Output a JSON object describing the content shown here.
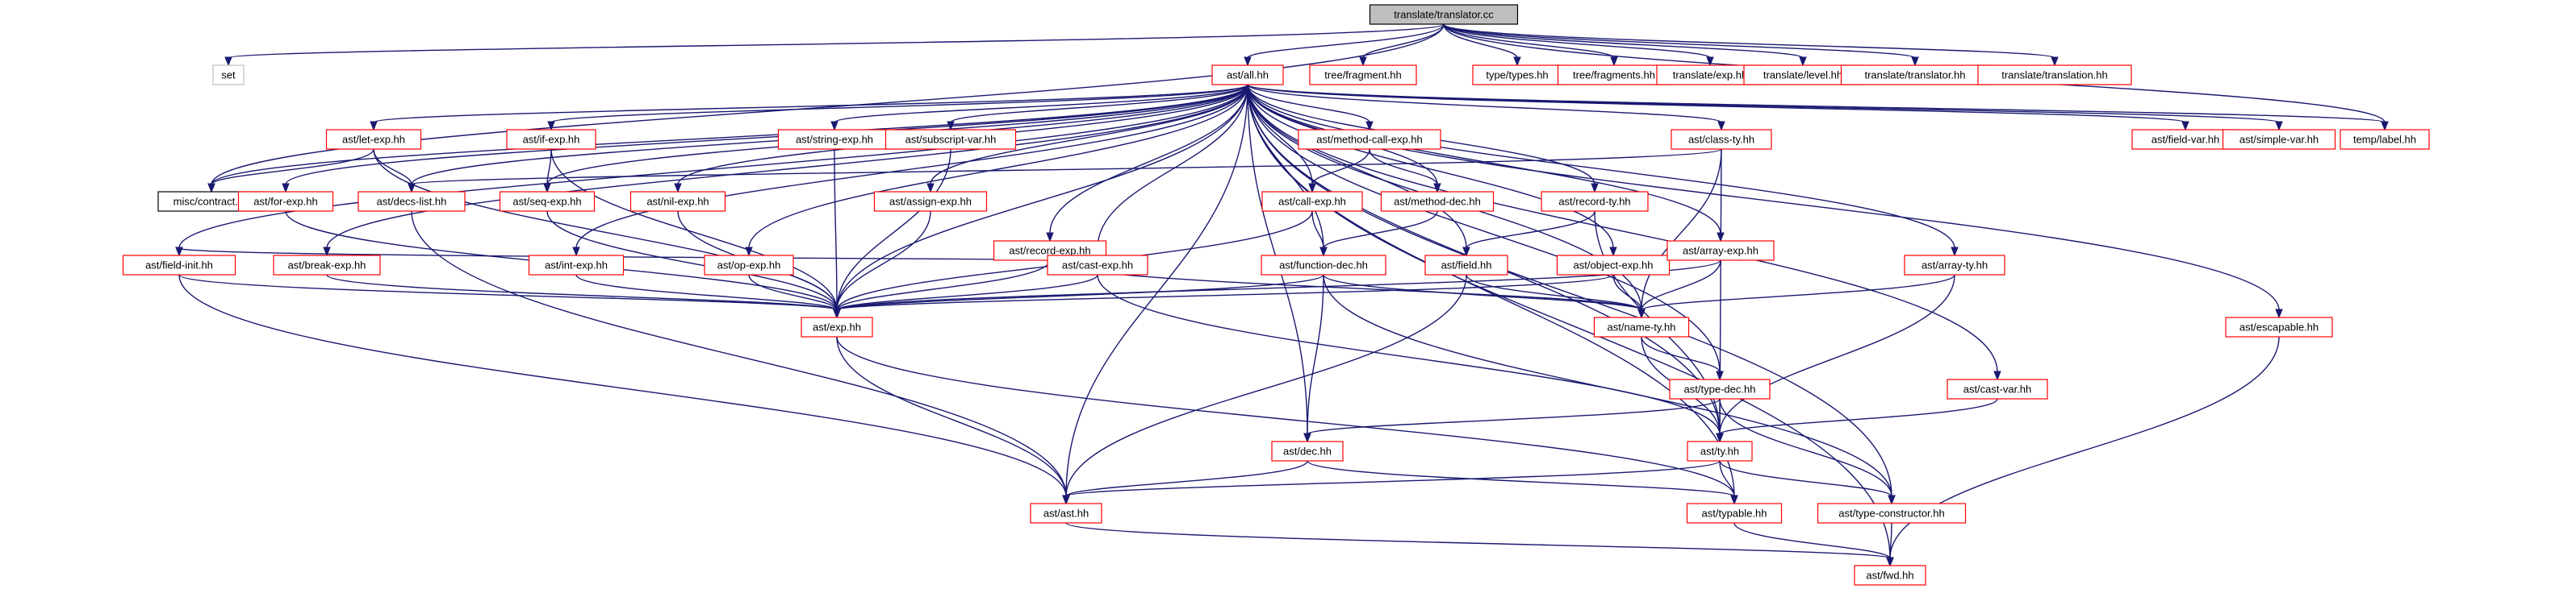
{
  "graph": {
    "root": "n_root",
    "colors": {
      "edge": "#191970",
      "link_border": "#ff0000",
      "plain_border": "#000000",
      "external_border": "#bfbfbf",
      "root_fill": "#bfbfbf",
      "fill": "#ffffff"
    },
    "nodes": [
      {
        "id": "n_root",
        "label": "translate/translator.cc",
        "kind": "root"
      },
      {
        "id": "n_set",
        "label": "set",
        "kind": "external"
      },
      {
        "id": "n_all",
        "label": "ast/all.hh",
        "kind": "link"
      },
      {
        "id": "n_tfrag",
        "label": "tree/fragment.hh",
        "kind": "link"
      },
      {
        "id": "n_types",
        "label": "type/types.hh",
        "kind": "link"
      },
      {
        "id": "n_tfrags",
        "label": "tree/fragments.hh",
        "kind": "link"
      },
      {
        "id": "n_texp",
        "label": "translate/exp.hh",
        "kind": "link"
      },
      {
        "id": "n_tlevel",
        "label": "translate/level.hh",
        "kind": "link"
      },
      {
        "id": "n_ttrans",
        "label": "translate/translator.hh",
        "kind": "link"
      },
      {
        "id": "n_ttransl",
        "label": "translate/translation.hh",
        "kind": "link"
      },
      {
        "id": "n_letexp",
        "label": "ast/let-exp.hh",
        "kind": "link"
      },
      {
        "id": "n_ifexp",
        "label": "ast/if-exp.hh",
        "kind": "link"
      },
      {
        "id": "n_strexp",
        "label": "ast/string-exp.hh",
        "kind": "link"
      },
      {
        "id": "n_subvar",
        "label": "ast/subscript-var.hh",
        "kind": "link"
      },
      {
        "id": "n_mcexp",
        "label": "ast/method-call-exp.hh",
        "kind": "link"
      },
      {
        "id": "n_classty",
        "label": "ast/class-ty.hh",
        "kind": "link"
      },
      {
        "id": "n_fieldvar",
        "label": "ast/field-var.hh",
        "kind": "link"
      },
      {
        "id": "n_simplevar",
        "label": "ast/simple-var.hh",
        "kind": "link"
      },
      {
        "id": "n_label",
        "label": "temp/label.hh",
        "kind": "link"
      },
      {
        "id": "n_contract",
        "label": "misc/contract.hh",
        "kind": "plain"
      },
      {
        "id": "n_forexp",
        "label": "ast/for-exp.hh",
        "kind": "link"
      },
      {
        "id": "n_decslist",
        "label": "ast/decs-list.hh",
        "kind": "link"
      },
      {
        "id": "n_seqexp",
        "label": "ast/seq-exp.hh",
        "kind": "link"
      },
      {
        "id": "n_nilexp",
        "label": "ast/nil-exp.hh",
        "kind": "link"
      },
      {
        "id": "n_assignexp",
        "label": "ast/assign-exp.hh",
        "kind": "link"
      },
      {
        "id": "n_callexp",
        "label": "ast/call-exp.hh",
        "kind": "link"
      },
      {
        "id": "n_methdec",
        "label": "ast/method-dec.hh",
        "kind": "link"
      },
      {
        "id": "n_recordty",
        "label": "ast/record-ty.hh",
        "kind": "link"
      },
      {
        "id": "n_recordexp",
        "label": "ast/record-exp.hh",
        "kind": "link"
      },
      {
        "id": "n_fieldinit",
        "label": "ast/field-init.hh",
        "kind": "link"
      },
      {
        "id": "n_breakexp",
        "label": "ast/break-exp.hh",
        "kind": "link"
      },
      {
        "id": "n_intexp",
        "label": "ast/int-exp.hh",
        "kind": "link"
      },
      {
        "id": "n_opexp",
        "label": "ast/op-exp.hh",
        "kind": "link"
      },
      {
        "id": "n_castexp",
        "label": "ast/cast-exp.hh",
        "kind": "link"
      },
      {
        "id": "n_fundec",
        "label": "ast/function-dec.hh",
        "kind": "link"
      },
      {
        "id": "n_field",
        "label": "ast/field.hh",
        "kind": "link"
      },
      {
        "id": "n_objexp",
        "label": "ast/object-exp.hh",
        "kind": "link"
      },
      {
        "id": "n_arrexp",
        "label": "ast/array-exp.hh",
        "kind": "link"
      },
      {
        "id": "n_arrty",
        "label": "ast/array-ty.hh",
        "kind": "link"
      },
      {
        "id": "n_escapable",
        "label": "ast/escapable.hh",
        "kind": "link"
      },
      {
        "id": "n_exp",
        "label": "ast/exp.hh",
        "kind": "link"
      },
      {
        "id": "n_namety",
        "label": "ast/name-ty.hh",
        "kind": "link"
      },
      {
        "id": "n_typedec",
        "label": "ast/type-dec.hh",
        "kind": "link"
      },
      {
        "id": "n_castvar",
        "label": "ast/cast-var.hh",
        "kind": "link"
      },
      {
        "id": "n_dec",
        "label": "ast/dec.hh",
        "kind": "link"
      },
      {
        "id": "n_ty",
        "label": "ast/ty.hh",
        "kind": "link"
      },
      {
        "id": "n_ast",
        "label": "ast/ast.hh",
        "kind": "link"
      },
      {
        "id": "n_typable",
        "label": "ast/typable.hh",
        "kind": "link"
      },
      {
        "id": "n_typector",
        "label": "ast/type-constructor.hh",
        "kind": "link"
      },
      {
        "id": "n_fwd",
        "label": "ast/fwd.hh",
        "kind": "link"
      }
    ],
    "edges": [
      [
        "n_root",
        "n_set"
      ],
      [
        "n_root",
        "n_all"
      ],
      [
        "n_root",
        "n_tfrag"
      ],
      [
        "n_root",
        "n_types"
      ],
      [
        "n_root",
        "n_tfrags"
      ],
      [
        "n_root",
        "n_texp"
      ],
      [
        "n_root",
        "n_tlevel"
      ],
      [
        "n_root",
        "n_ttrans"
      ],
      [
        "n_root",
        "n_ttransl"
      ],
      [
        "n_root",
        "n_contract"
      ],
      [
        "n_root",
        "n_label"
      ],
      [
        "n_all",
        "n_letexp"
      ],
      [
        "n_all",
        "n_ifexp"
      ],
      [
        "n_all",
        "n_strexp"
      ],
      [
        "n_all",
        "n_subvar"
      ],
      [
        "n_all",
        "n_mcexp"
      ],
      [
        "n_all",
        "n_classty"
      ],
      [
        "n_all",
        "n_fieldvar"
      ],
      [
        "n_all",
        "n_simplevar"
      ],
      [
        "n_all",
        "n_label"
      ],
      [
        "n_all",
        "n_contract"
      ],
      [
        "n_all",
        "n_forexp"
      ],
      [
        "n_all",
        "n_decslist"
      ],
      [
        "n_all",
        "n_seqexp"
      ],
      [
        "n_all",
        "n_nilexp"
      ],
      [
        "n_all",
        "n_assignexp"
      ],
      [
        "n_all",
        "n_callexp"
      ],
      [
        "n_all",
        "n_methdec"
      ],
      [
        "n_all",
        "n_recordty"
      ],
      [
        "n_all",
        "n_recordexp"
      ],
      [
        "n_all",
        "n_fieldinit"
      ],
      [
        "n_all",
        "n_breakexp"
      ],
      [
        "n_all",
        "n_intexp"
      ],
      [
        "n_all",
        "n_opexp"
      ],
      [
        "n_all",
        "n_castexp"
      ],
      [
        "n_all",
        "n_fundec"
      ],
      [
        "n_all",
        "n_field"
      ],
      [
        "n_all",
        "n_objexp"
      ],
      [
        "n_all",
        "n_arrexp"
      ],
      [
        "n_all",
        "n_arrty"
      ],
      [
        "n_all",
        "n_escapable"
      ],
      [
        "n_all",
        "n_exp"
      ],
      [
        "n_all",
        "n_namety"
      ],
      [
        "n_all",
        "n_typedec"
      ],
      [
        "n_all",
        "n_castvar"
      ],
      [
        "n_all",
        "n_dec"
      ],
      [
        "n_all",
        "n_ty"
      ],
      [
        "n_all",
        "n_ast"
      ],
      [
        "n_all",
        "n_typable"
      ],
      [
        "n_all",
        "n_typector"
      ],
      [
        "n_all",
        "n_fwd"
      ],
      [
        "n_letexp",
        "n_contract"
      ],
      [
        "n_letexp",
        "n_decslist"
      ],
      [
        "n_letexp",
        "n_exp"
      ],
      [
        "n_ifexp",
        "n_seqexp"
      ],
      [
        "n_ifexp",
        "n_exp"
      ],
      [
        "n_strexp",
        "n_exp"
      ],
      [
        "n_subvar",
        "n_exp"
      ],
      [
        "n_mcexp",
        "n_callexp"
      ],
      [
        "n_mcexp",
        "n_methdec"
      ],
      [
        "n_classty",
        "n_decslist"
      ],
      [
        "n_classty",
        "n_namety"
      ],
      [
        "n_classty",
        "n_ty"
      ],
      [
        "n_forexp",
        "n_exp"
      ],
      [
        "n_decslist",
        "n_ast"
      ],
      [
        "n_seqexp",
        "n_exp"
      ],
      [
        "n_nilexp",
        "n_exp"
      ],
      [
        "n_assignexp",
        "n_exp"
      ],
      [
        "n_callexp",
        "n_exp"
      ],
      [
        "n_callexp",
        "n_fundec"
      ],
      [
        "n_methdec",
        "n_fundec"
      ],
      [
        "n_recordty",
        "n_field"
      ],
      [
        "n_recordty",
        "n_ty"
      ],
      [
        "n_recordexp",
        "n_fieldinit"
      ],
      [
        "n_recordexp",
        "n_exp"
      ],
      [
        "n_recordexp",
        "n_namety"
      ],
      [
        "n_fieldinit",
        "n_exp"
      ],
      [
        "n_fieldinit",
        "n_ast"
      ],
      [
        "n_breakexp",
        "n_exp"
      ],
      [
        "n_intexp",
        "n_exp"
      ],
      [
        "n_opexp",
        "n_exp"
      ],
      [
        "n_castexp",
        "n_exp"
      ],
      [
        "n_castexp",
        "n_ty"
      ],
      [
        "n_fundec",
        "n_exp"
      ],
      [
        "n_fundec",
        "n_dec"
      ],
      [
        "n_fundec",
        "n_namety"
      ],
      [
        "n_fundec",
        "n_typector"
      ],
      [
        "n_field",
        "n_namety"
      ],
      [
        "n_field",
        "n_ast"
      ],
      [
        "n_objexp",
        "n_exp"
      ],
      [
        "n_objexp",
        "n_namety"
      ],
      [
        "n_arrexp",
        "n_exp"
      ],
      [
        "n_arrexp",
        "n_namety"
      ],
      [
        "n_arrty",
        "n_namety"
      ],
      [
        "n_arrty",
        "n_ty"
      ],
      [
        "n_escapable",
        "n_fwd"
      ],
      [
        "n_exp",
        "n_ast"
      ],
      [
        "n_exp",
        "n_typable"
      ],
      [
        "n_namety",
        "n_typedec"
      ],
      [
        "n_namety",
        "n_ty"
      ],
      [
        "n_typedec",
        "n_dec"
      ],
      [
        "n_typedec",
        "n_ty"
      ],
      [
        "n_typedec",
        "n_typector"
      ],
      [
        "n_castvar",
        "n_ty"
      ],
      [
        "n_dec",
        "n_ast"
      ],
      [
        "n_dec",
        "n_typable"
      ],
      [
        "n_ty",
        "n_ast"
      ],
      [
        "n_ty",
        "n_typable"
      ],
      [
        "n_ty",
        "n_typector"
      ],
      [
        "n_ast",
        "n_fwd"
      ],
      [
        "n_typable",
        "n_fwd"
      ],
      [
        "n_typector",
        "n_fwd"
      ]
    ]
  }
}
